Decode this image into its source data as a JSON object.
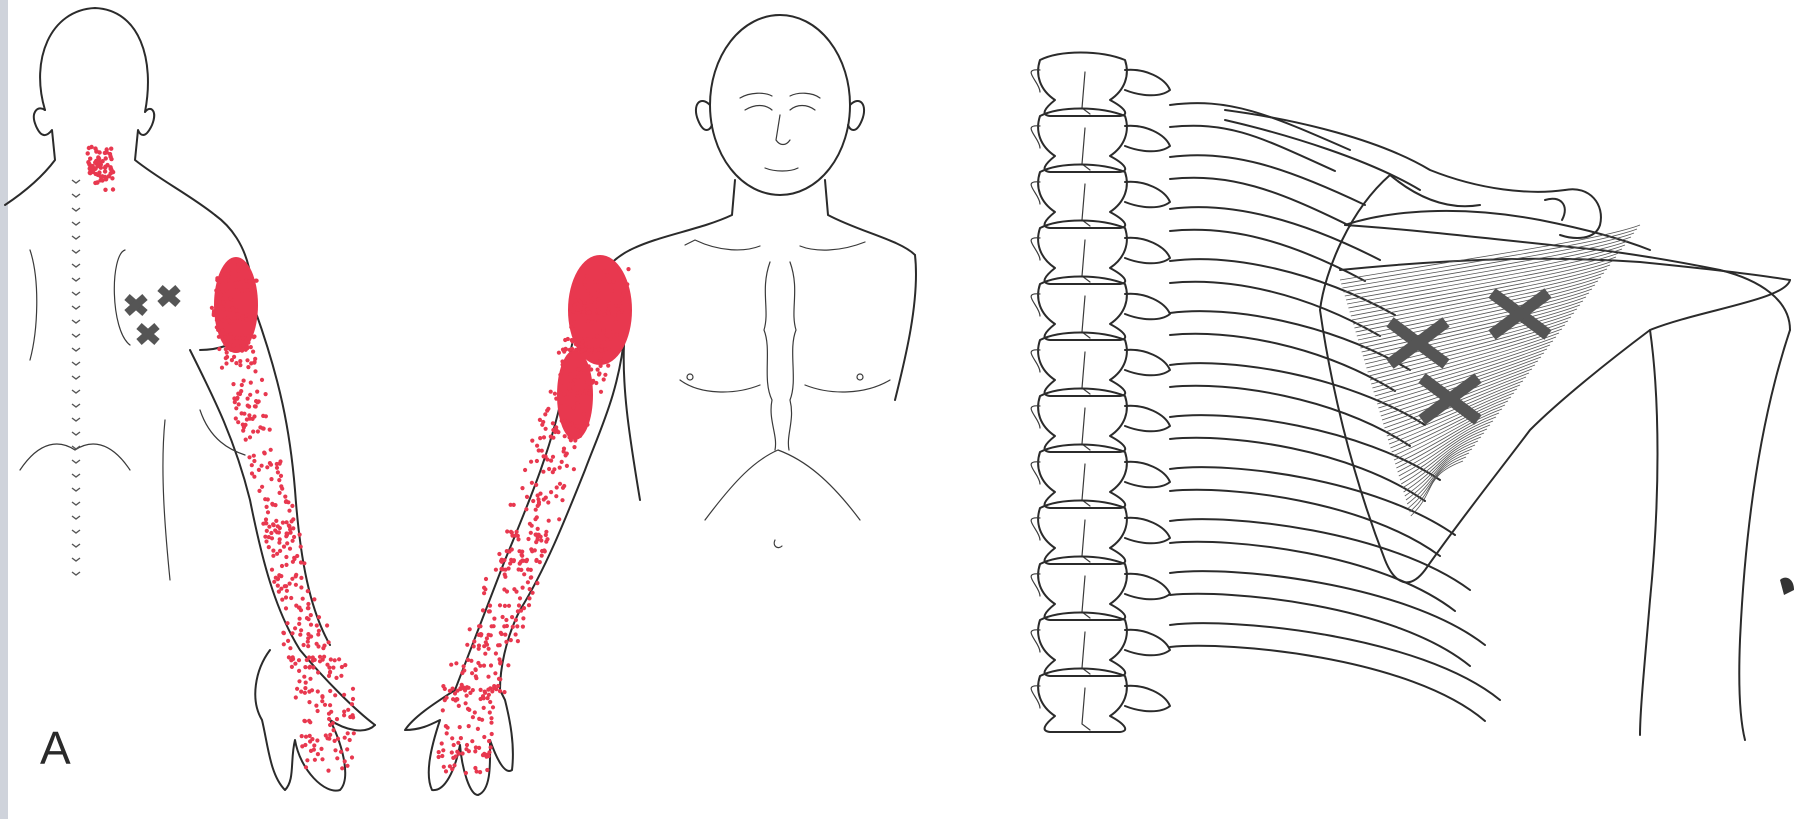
{
  "panel_label": "A",
  "colors": {
    "referred_pain": "#e8384f",
    "trigger_point": "#555555",
    "line_art": "#2b2b2b",
    "paper": "#ffffff"
  },
  "figures": {
    "posterior_view": {
      "trigger_points_shown": 3
    },
    "anterior_view": {
      "trigger_points_shown": 0
    },
    "skeletal_view": {
      "trigger_points_shown": 3
    }
  }
}
